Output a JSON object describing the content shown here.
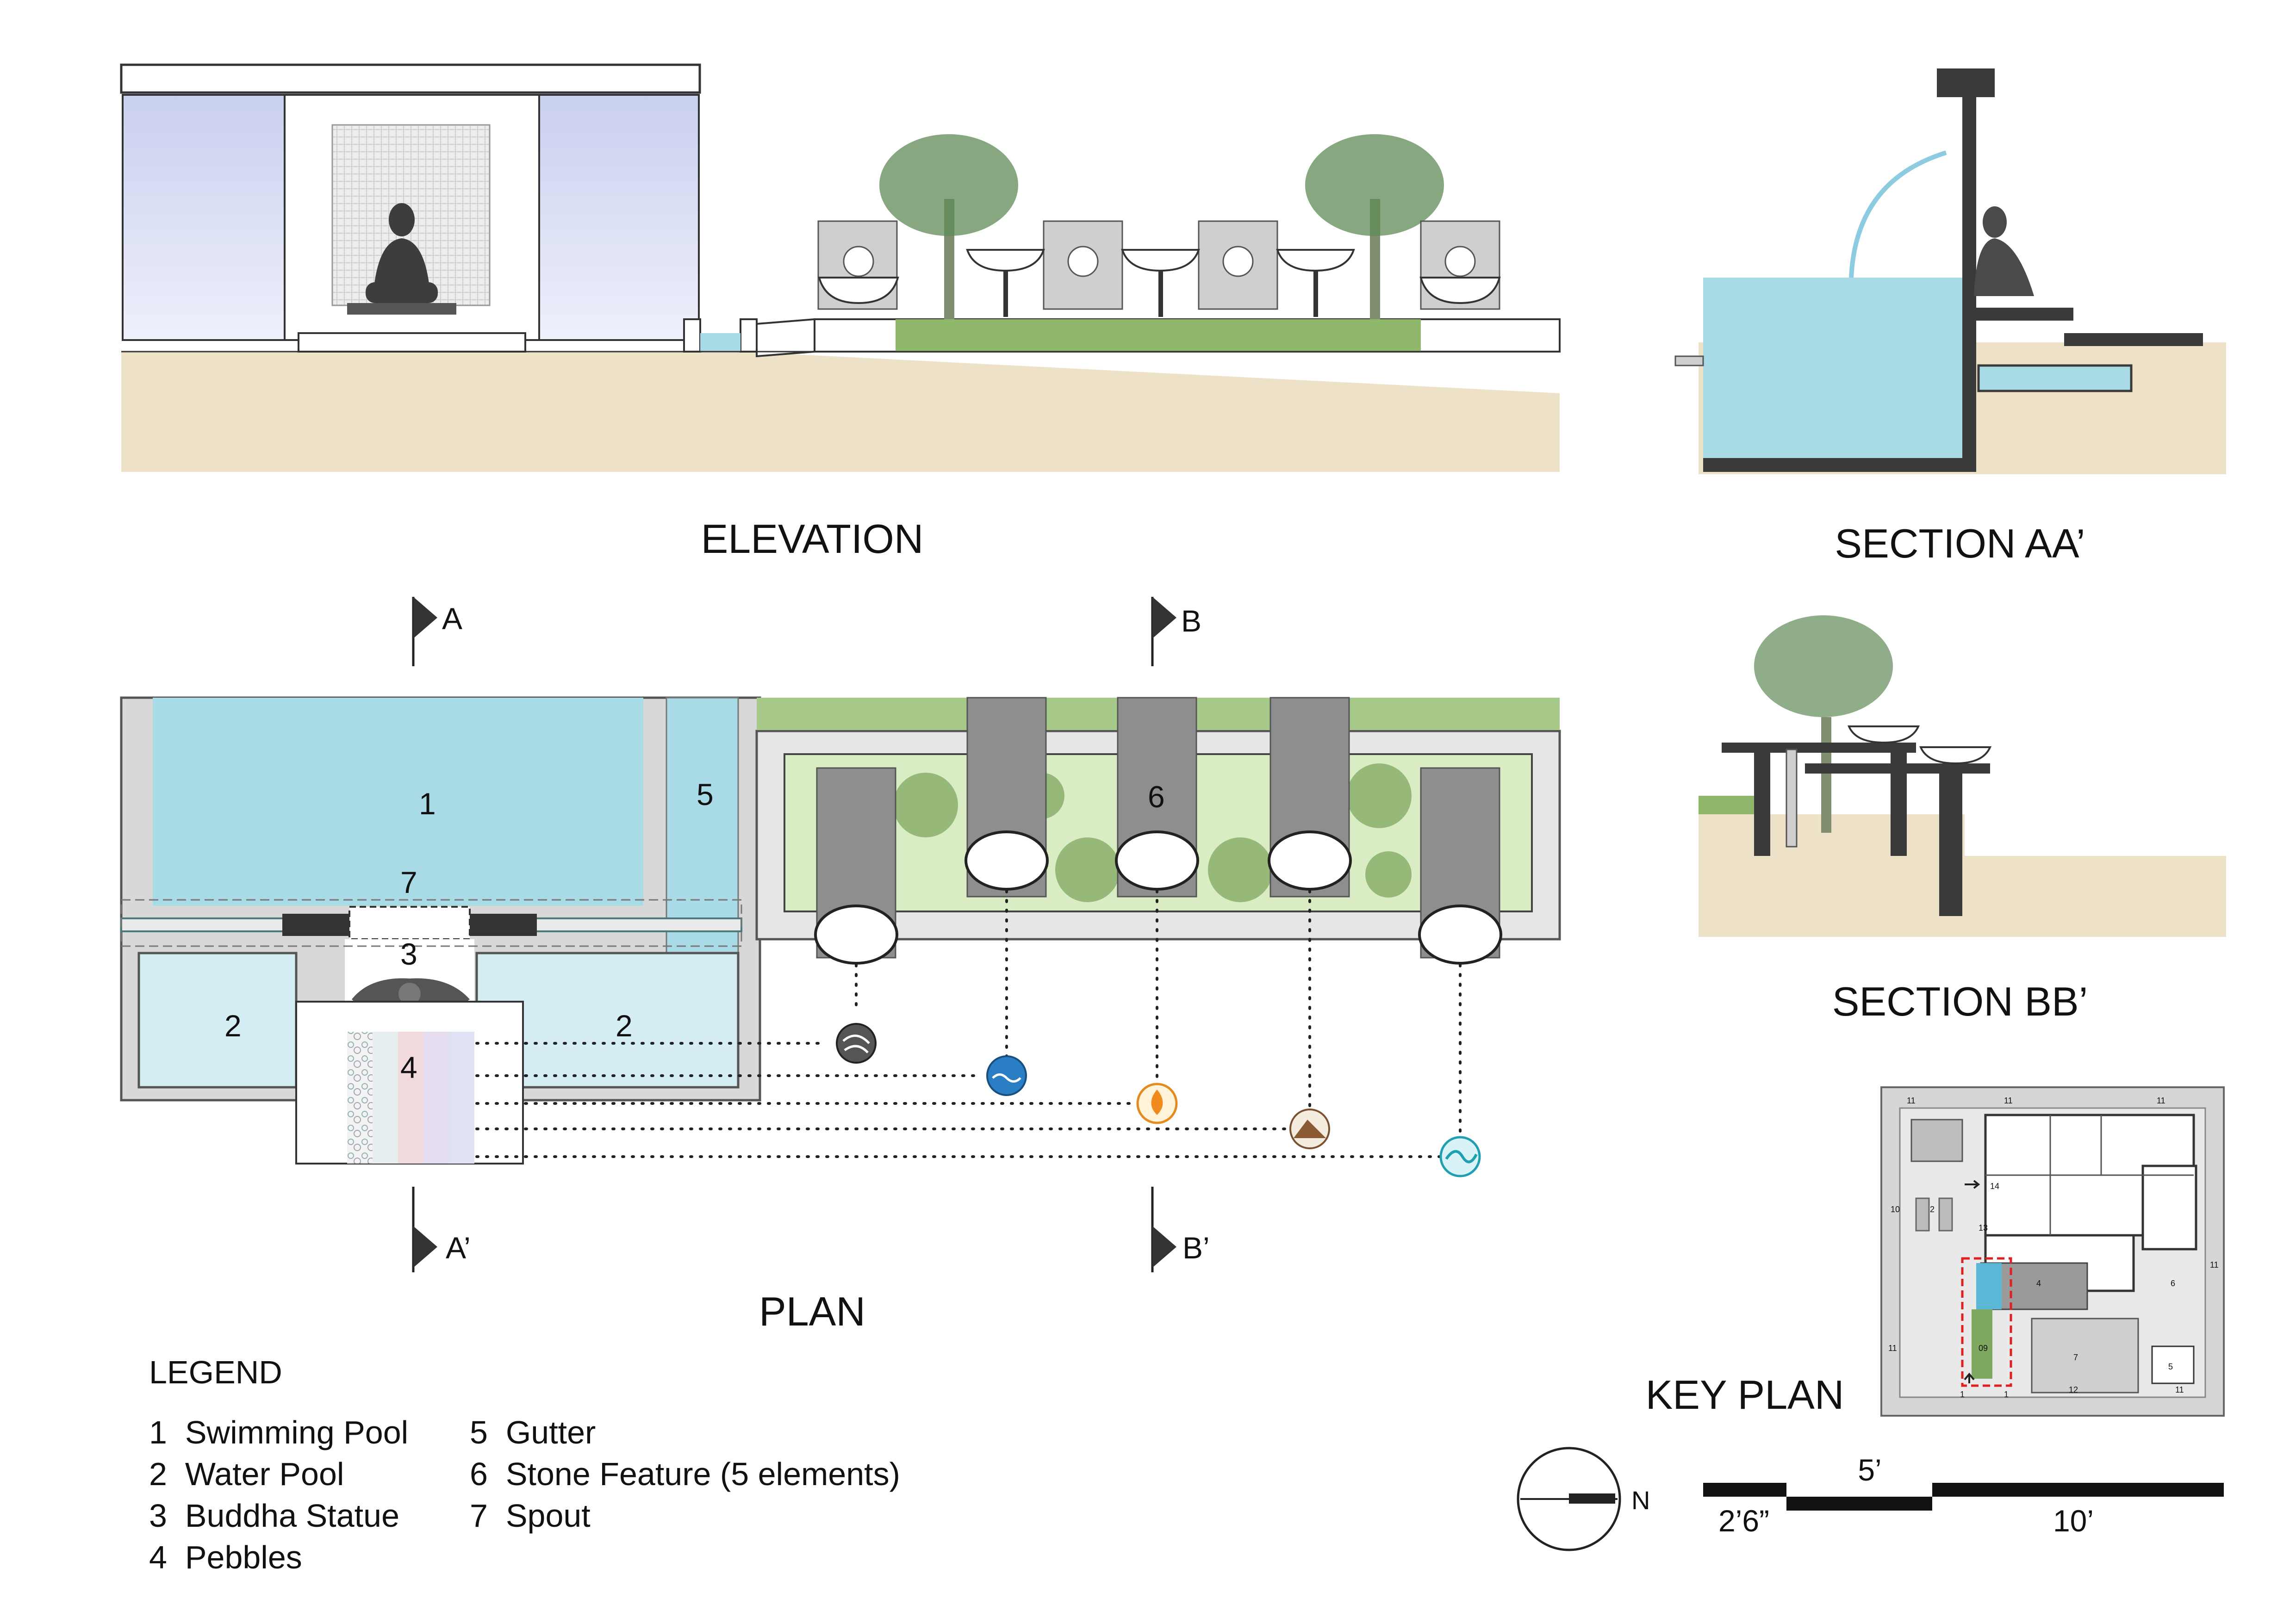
{
  "titles": {
    "elevation": "ELEVATION",
    "section_aa": "SECTION AA’",
    "section_bb": "SECTION BB’",
    "plan": "PLAN",
    "key_plan": "KEY PLAN"
  },
  "section_marks": {
    "a_top": "A",
    "a_bottom": "A’",
    "b_top": "B",
    "b_bottom": "B’"
  },
  "plan_labels": {
    "pool": "1",
    "water_pool_left": "2",
    "water_pool_right": "2",
    "statue": "3",
    "pebbles": "4",
    "gutter": "5",
    "stone_feature": "6",
    "spout": "7"
  },
  "legend": {
    "heading": "LEGEND",
    "items": [
      "1  Swimming Pool",
      "2  Water Pool",
      "3  Buddha Statue",
      "4  Pebbles",
      "5  Gutter",
      "6  Stone Feature (5 elements)",
      "7  Spout"
    ]
  },
  "north": "N",
  "scale": {
    "first": "2’6”",
    "second": "5’",
    "third": "10’"
  },
  "key_plan_labels": [
    "11",
    "11",
    "11",
    "10",
    "2",
    "14",
    "13",
    "4",
    "6",
    "11",
    "7",
    "09",
    "5",
    "12",
    "11",
    "11",
    "1",
    "1"
  ],
  "element_icons": [
    "air-icon",
    "water-icon",
    "fire-icon",
    "earth-icon",
    "ether-icon"
  ],
  "colors": {
    "water": "#a9dbe6",
    "water_light": "#d4eef4",
    "ground": "#ede2c8",
    "stone": "#9a9a9a",
    "dark": "#3a3a3a",
    "grass": "#8fb86a",
    "glass": "#d7daf2",
    "highlight": "#e02020"
  }
}
